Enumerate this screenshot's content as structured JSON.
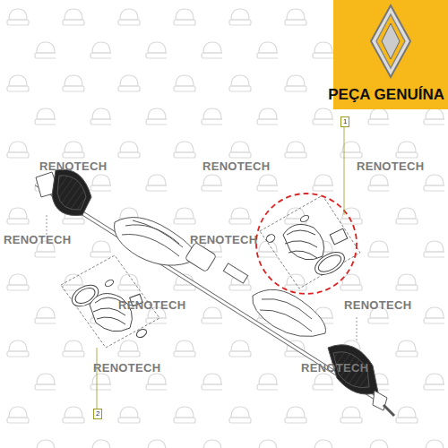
{
  "diagram": {
    "labels": [
      "PEÇA GENUÍNA",
      "1",
      "2",
      "RENOTECH",
      "RENOTECH",
      "RENOTECH",
      "RENOTECH",
      "RENOTECH",
      "RENOTECH",
      "RENOTECH",
      "RENOTECH",
      "RENOTECH"
    ]
  }
}
